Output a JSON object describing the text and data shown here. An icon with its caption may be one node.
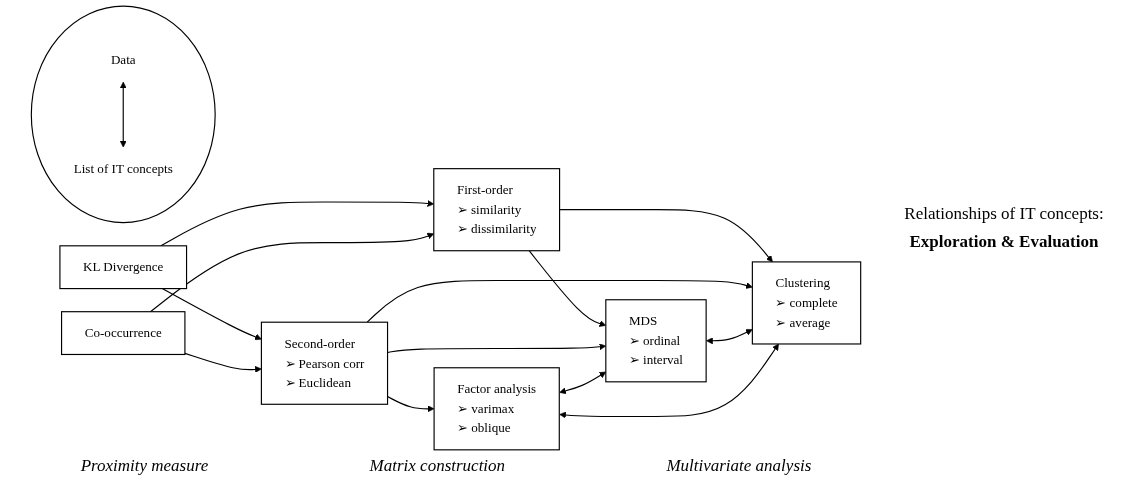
{
  "diagram": {
    "nodes": [
      {
        "text": [],
        "shape": "circle"
      },
      {
        "text": [
          "Data"
        ],
        "in": 0
      },
      {
        "text": [
          "List of IT concepts"
        ],
        "in": 0
      },
      {
        "text": [
          "KL Divergence"
        ]
      },
      {
        "text": [
          "Co-occurrence"
        ]
      },
      {
        "text": [
          "First-order",
          "➢ similarity",
          "➢ dissimilarity"
        ]
      },
      {
        "text": [
          "Second-order",
          "➢ Pearson corr",
          "➢ Euclidean"
        ]
      },
      {
        "text": [
          "Factor analysis",
          "➢ varimax",
          "➢ oblique"
        ]
      },
      {
        "text": [
          "MDS",
          "➢ ordinal",
          "➢ interval"
        ]
      },
      {
        "text": [
          "Clustering",
          "➢ complete",
          "➢ average"
        ]
      }
    ],
    "edges": [
      {
        "from": 1,
        "to": 2,
        "arrow": "both"
      },
      {
        "from": 3,
        "to": 5,
        "arrow": "to"
      },
      {
        "from": 3,
        "to": 6,
        "arrow": "to"
      },
      {
        "from": 4,
        "to": 5,
        "arrow": "to"
      },
      {
        "from": 4,
        "to": 6,
        "arrow": "to"
      },
      {
        "from": 5,
        "to": 8,
        "arrow": "to"
      },
      {
        "from": 5,
        "to": 9,
        "arrow": "to"
      },
      {
        "from": 6,
        "to": 7,
        "arrow": "to"
      },
      {
        "from": 6,
        "to": 8,
        "arrow": "to"
      },
      {
        "from": 6,
        "to": 9,
        "arrow": "to"
      },
      {
        "from": 7,
        "to": 8,
        "arrow": "both"
      },
      {
        "from": 8,
        "to": 9,
        "arrow": "both"
      },
      {
        "from": 7,
        "to": 9,
        "arrow": "both"
      }
    ],
    "labels": [
      "Relationships of IT concepts:",
      "Exploration & Evaluation",
      "Proximity measure",
      "Matrix construction",
      "Multivariate analysis"
    ]
  }
}
